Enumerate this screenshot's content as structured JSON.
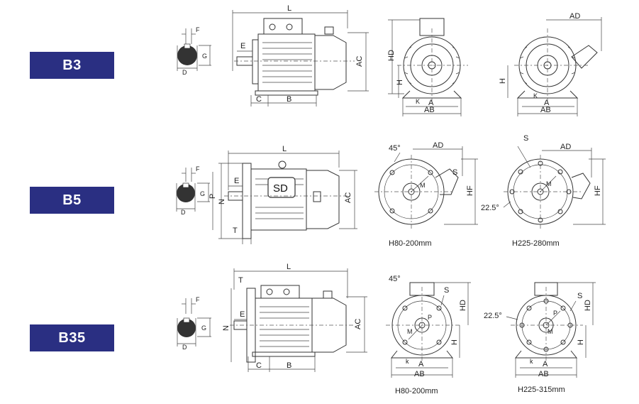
{
  "rows": [
    {
      "badge": "B3",
      "labels": {
        "F": "F",
        "G": "G",
        "D": "D",
        "L": "L",
        "E": "E",
        "C": "C",
        "B": "B",
        "AC": "AC",
        "HD": "HD",
        "H": "H",
        "K": "K",
        "A": "A",
        "AB": "AB",
        "AD": "AD",
        "H2": "H",
        "K2": "K",
        "A2": "A",
        "AB2": "AB"
      }
    },
    {
      "badge": "B5",
      "labels": {
        "F": "F",
        "G": "G",
        "D": "D",
        "L": "L",
        "E": "E",
        "P": "P",
        "N": "N",
        "T": "T",
        "AC": "AC",
        "SD": "SD",
        "deg45": "45°",
        "AD": "AD",
        "S": "S",
        "M": "M",
        "HF": "HF",
        "deg225": "22.5°",
        "S2": "S",
        "AD2": "AD",
        "M2": "M",
        "HF2": "HF",
        "cap1": "H80-200mm",
        "cap2": "H225-280mm"
      }
    },
    {
      "badge": "B35",
      "labels": {
        "F": "F",
        "G": "G",
        "D": "D",
        "T": "T",
        "L": "L",
        "E": "E",
        "N": "N",
        "C": "C",
        "B": "B",
        "AC": "AC",
        "deg45": "45°",
        "S": "S",
        "P": "P",
        "M": "M",
        "HD": "HD",
        "H": "H",
        "k": "k",
        "A": "A",
        "AB": "AB",
        "deg225": "22.5°",
        "S2": "S",
        "P2": "P",
        "M2": "M",
        "HD2": "HD",
        "H2": "H",
        "k2": "k",
        "A2": "A",
        "AB2": "AB",
        "cap1": "H80-200mm",
        "cap2": "H225-315mm"
      }
    }
  ]
}
